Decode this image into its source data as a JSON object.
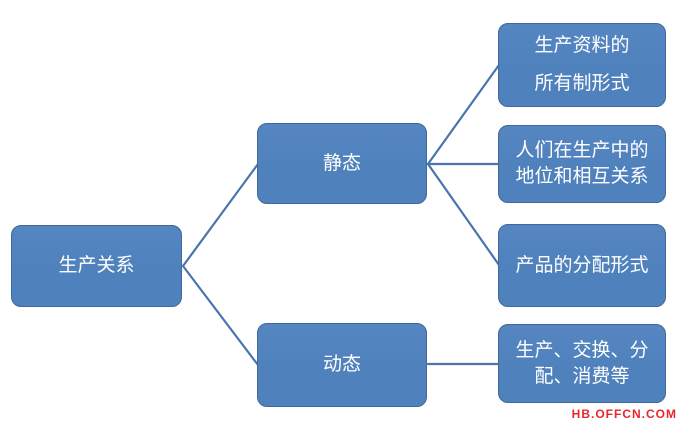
{
  "diagram": {
    "root": {
      "label": "生产关系"
    },
    "branches": [
      {
        "label": "静态",
        "children": [
          {
            "lines": [
              "生产资料的",
              "所有制形式"
            ]
          },
          {
            "lines": [
              "人们在生产中的",
              "地位和相互关系"
            ]
          },
          {
            "lines": [
              "产品的分配形式"
            ]
          }
        ]
      },
      {
        "label": "动态",
        "children": [
          {
            "lines": [
              "生产、交换、分",
              "配、消费等"
            ]
          }
        ]
      }
    ]
  },
  "watermark": {
    "label": "HB.OFFCN.COM"
  },
  "colors": {
    "background": "#ffffff",
    "box_fill": "#4f81bd",
    "box_fill_light": "#5586c1",
    "box_border": "#40689b",
    "connector": "#4a74ad",
    "text": "#ffffff",
    "watermark": "#e8262d"
  }
}
